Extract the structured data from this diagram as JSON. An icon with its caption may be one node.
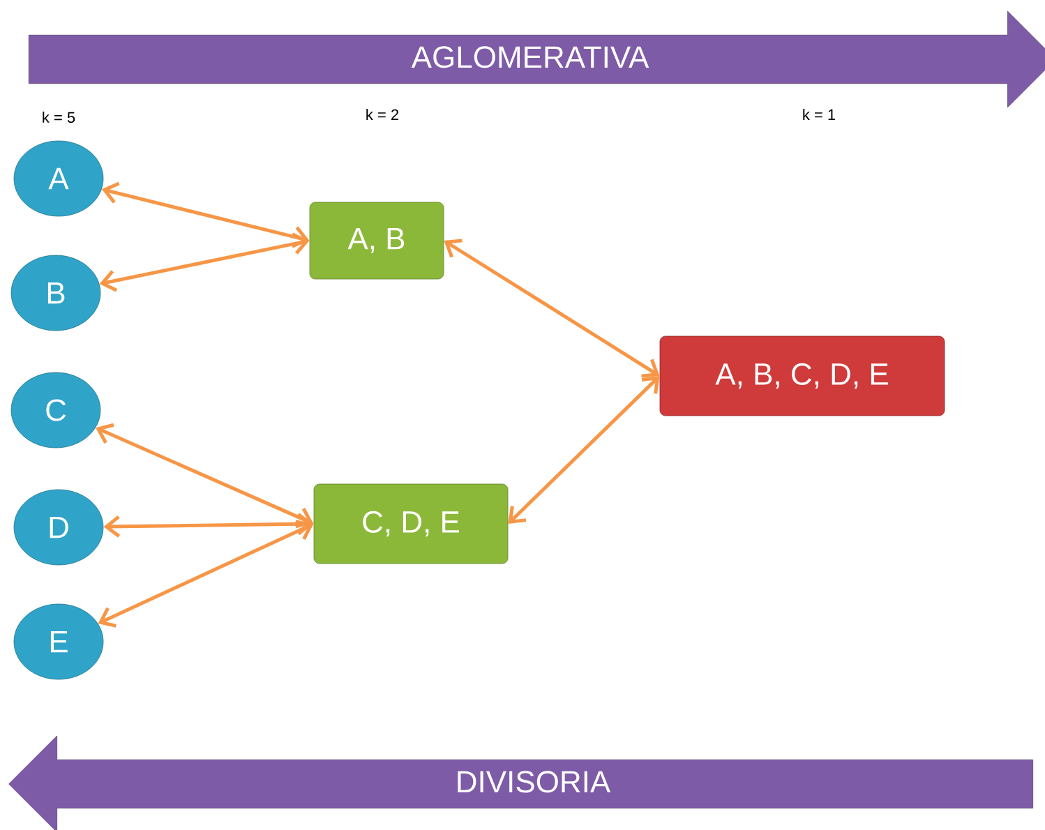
{
  "diagram": {
    "nodes": [
      {
        "text": [
          "AGLOMERATIVA"
        ]
      },
      {
        "text": [
          "A"
        ]
      },
      {
        "text": [
          "B"
        ]
      },
      {
        "text": [
          "C"
        ]
      },
      {
        "text": [
          "D"
        ]
      },
      {
        "text": [
          "E"
        ]
      },
      {
        "text": [
          "A, B"
        ]
      },
      {
        "text": [
          "C, D, E"
        ]
      },
      {
        "text": [
          "A, B, C, D, E"
        ]
      },
      {
        "text": [
          "DIVISORIA"
        ]
      }
    ],
    "edges": [
      {
        "from": 6,
        "to": 1,
        "arrow": "both"
      },
      {
        "from": 6,
        "to": 2,
        "arrow": "both"
      },
      {
        "from": 7,
        "to": 3,
        "arrow": "both"
      },
      {
        "from": 7,
        "to": 4,
        "arrow": "both"
      },
      {
        "from": 7,
        "to": 5,
        "arrow": "both"
      },
      {
        "from": 8,
        "to": 6,
        "arrow": "both"
      },
      {
        "from": 8,
        "to": 7,
        "arrow": "both"
      }
    ],
    "labels": [
      "k = 5",
      "k = 2",
      "k = 1"
    ]
  }
}
